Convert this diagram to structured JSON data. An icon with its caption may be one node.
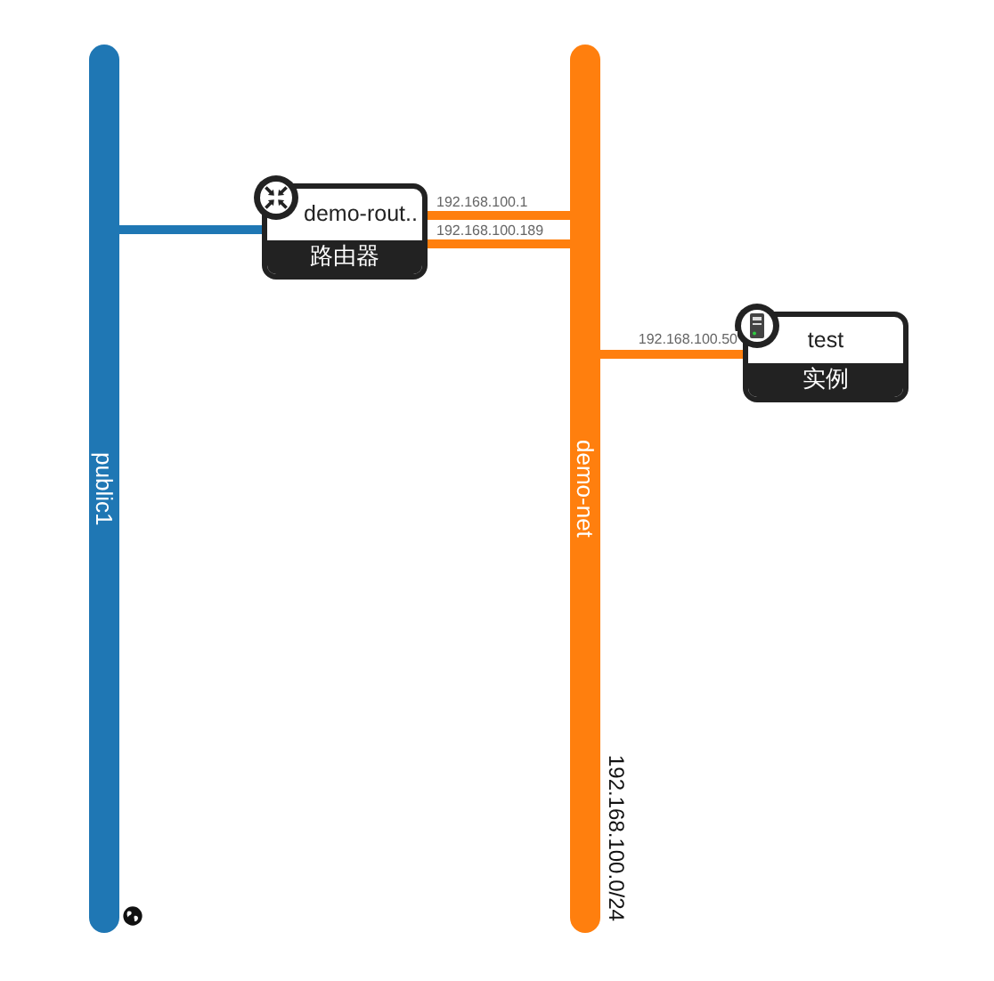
{
  "diagram": {
    "nodes": [
      {
        "text": [
          "public1"
        ]
      },
      {
        "text": [
          "demo-net"
        ],
        "beside": [
          "192.168.100.0/24"
        ]
      },
      {
        "text": [
          "demo-rout..",
          "路由器"
        ]
      },
      {
        "text": [
          "test",
          "实例"
        ]
      }
    ],
    "edges": [
      {
        "from": 2,
        "to": 0,
        "arrow": "none",
        "color": "#1f77b4"
      },
      {
        "from": 2,
        "to": 1,
        "arrow": "none",
        "label": "192.168.100.1"
      },
      {
        "from": 2,
        "to": 1,
        "arrow": "none",
        "label": "192.168.100.189"
      },
      {
        "from": 3,
        "to": 1,
        "arrow": "none",
        "label": "192.168.100.50"
      }
    ]
  }
}
